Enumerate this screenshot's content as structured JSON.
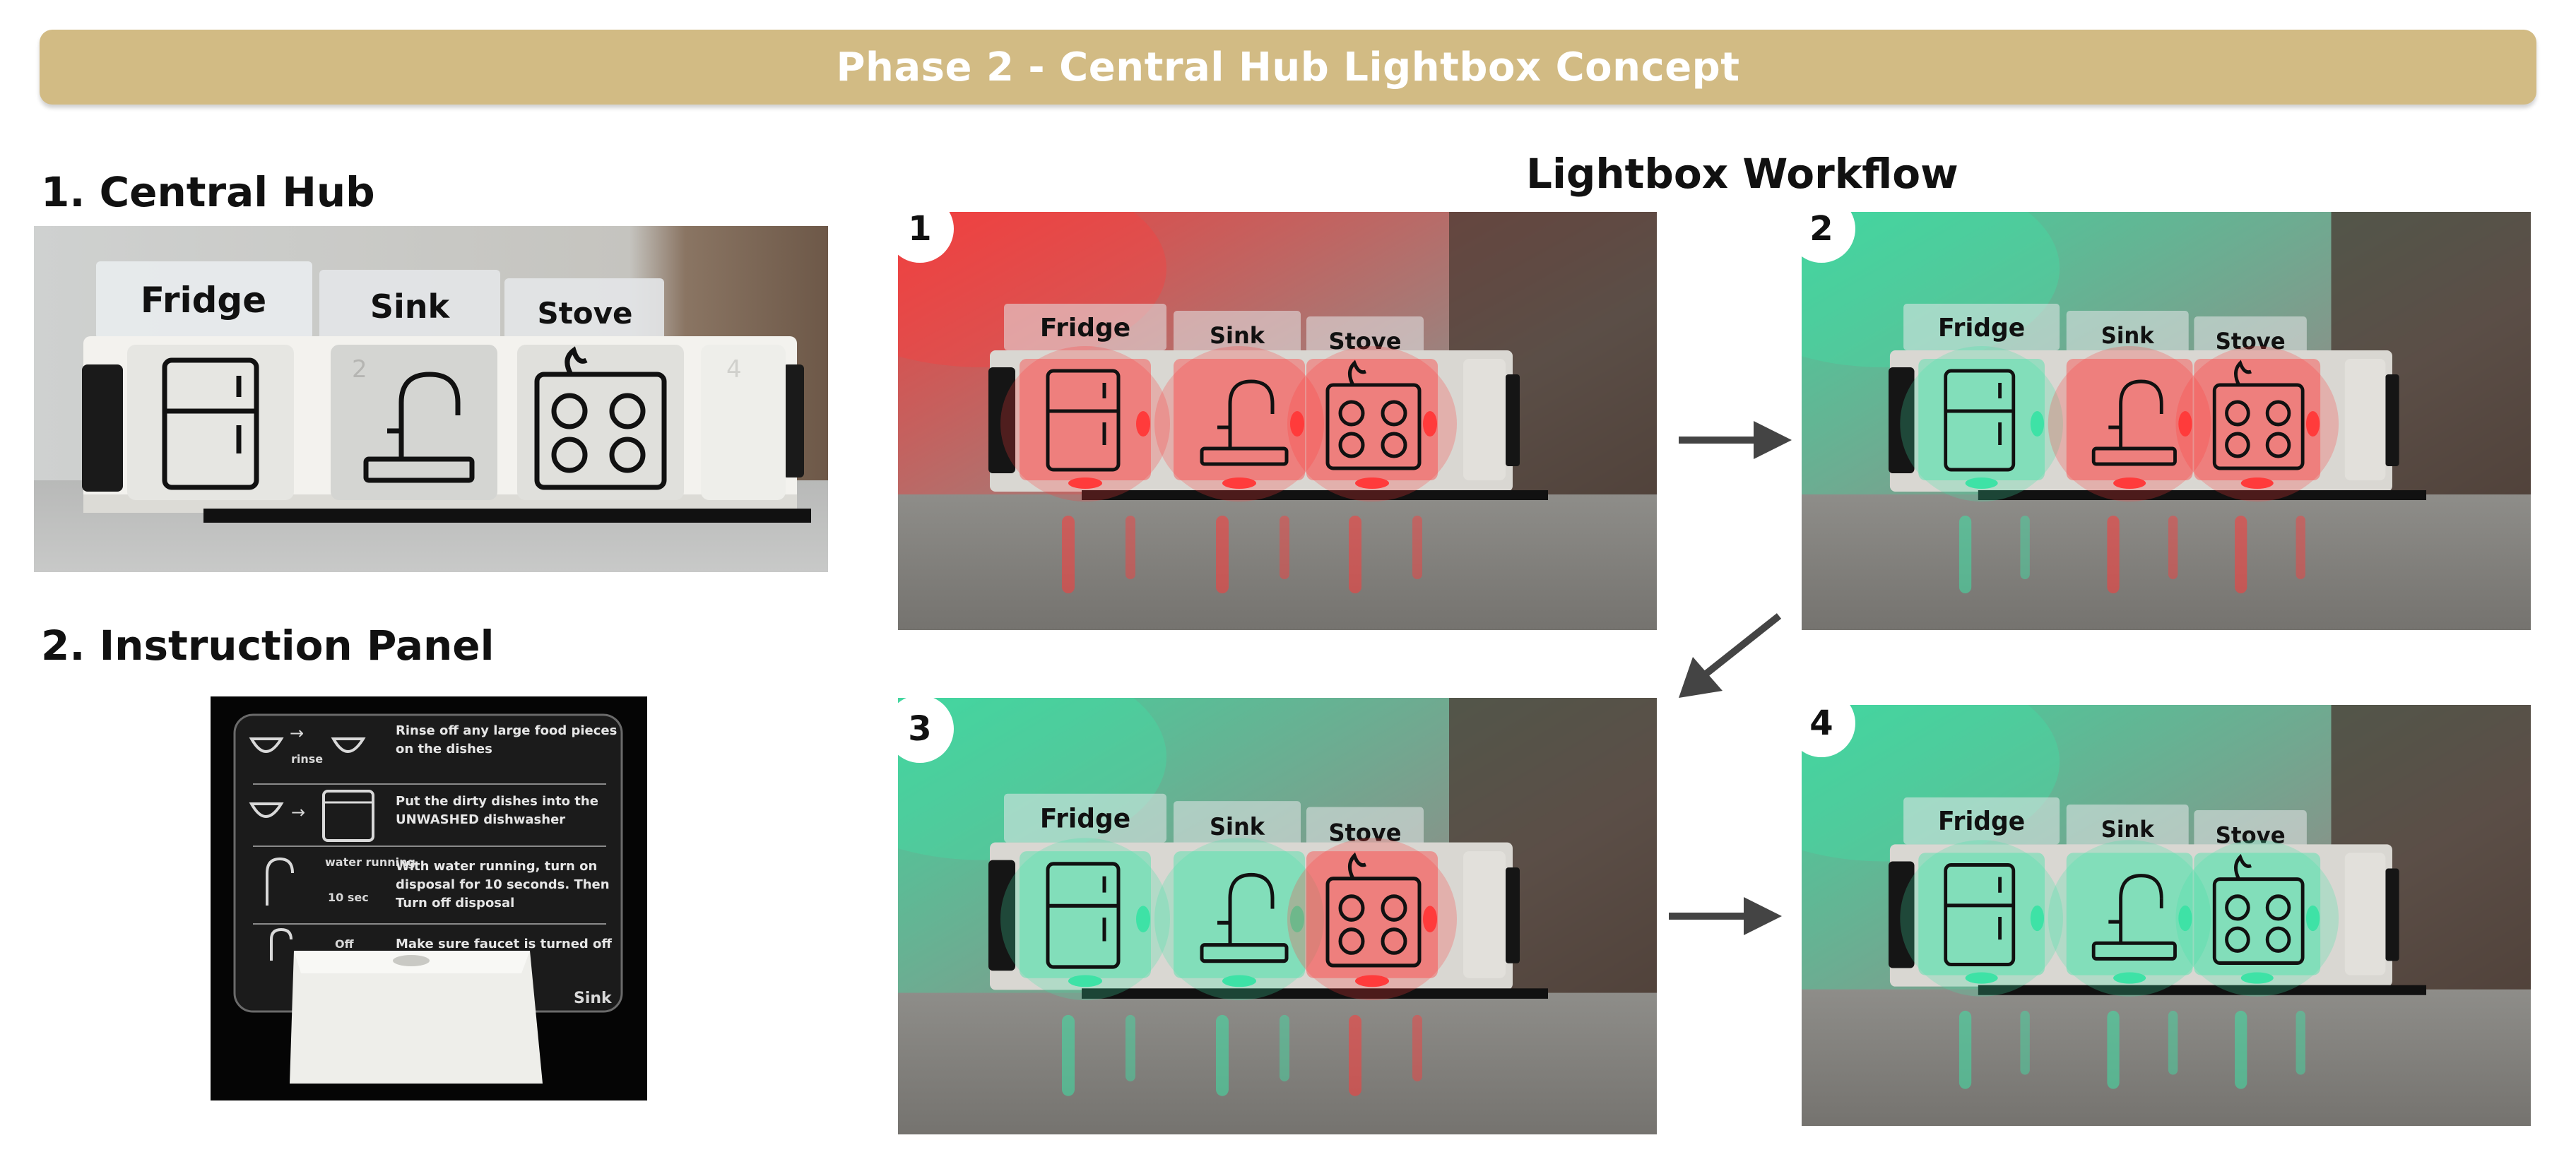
{
  "header": {
    "title": "Phase 2  - Central Hub Lightbox Concept"
  },
  "sections": {
    "central_hub": "1. Central Hub",
    "instruction_panel": "2. Instruction Panel",
    "workflow": "Lightbox Workflow"
  },
  "hub_labels": [
    "Fridge",
    "Sink",
    "Stove"
  ],
  "hub_slot_numbers": [
    "2",
    "4"
  ],
  "instructions": [
    {
      "icon_text": "rinse",
      "text_1": "Rinse off any large food pieces",
      "text_2": "on the dishes",
      "text_3": ""
    },
    {
      "icon_text": "",
      "text_1": "Put the dirty dishes into the",
      "text_2": "UNWASHED dishwasher",
      "text_3": ""
    },
    {
      "icon_text": "water running",
      "icon_text_2": "10 sec",
      "text_1": "With water running, turn on",
      "text_2": "disposal for 10 seconds. Then",
      "text_3": "Turn off disposal"
    },
    {
      "icon_text": "Off",
      "text_1": "Make sure faucet is turned off",
      "text_2": "",
      "text_3": ""
    }
  ],
  "instruction_footer": "Sink",
  "workflow_steps": [
    {
      "number": "1",
      "states": [
        "red",
        "red",
        "red"
      ]
    },
    {
      "number": "2",
      "states": [
        "green",
        "red",
        "red"
      ]
    },
    {
      "number": "3",
      "states": [
        "green",
        "green",
        "red"
      ]
    },
    {
      "number": "4",
      "states": [
        "green",
        "green",
        "green"
      ]
    }
  ],
  "colors": {
    "banner": "#d2bb84",
    "red_light": "#ff3b3b",
    "green_light": "#3ee2a6",
    "arrow": "#444444"
  }
}
